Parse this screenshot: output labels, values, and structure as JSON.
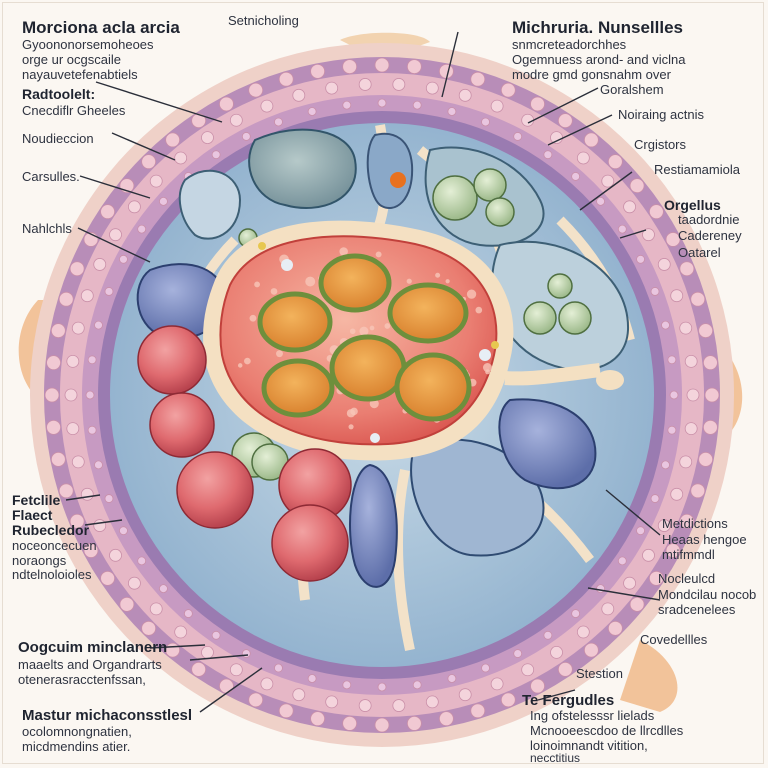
{
  "labels": {
    "top_left_title": "Morciona acla arcia",
    "top_left_sub": [
      "Gyoononorsemoheoes",
      "orge ur ocgscaile",
      "nayauvetefenabtiels"
    ],
    "radtooleli_title": "Radtoolelt:",
    "radtooleli_sub": "Cnecdiflr Gheeles",
    "noudieccion": "Noudieccion",
    "carsulles": "Carsulles.",
    "nahlchls": "Nahlchls",
    "top_center": "Setnicholing",
    "top_right_title": "Michruria. Nunsellles",
    "top_right_sub": [
      "snmcreteadorchhes",
      "Ogemnuess arond- and viclna",
      "modre gmd gonsnahm over"
    ],
    "goralshem": "Goralshem",
    "noiraing_actnis": "Noiraing actnis",
    "crgistors": "Crgistors",
    "restiamamiola": "Restiamamiola",
    "orgellus_title": "Orgellus",
    "orgellus_sub": [
      "taadordnie",
      "Cadereney",
      "Oatarel"
    ],
    "fetclile_title": [
      "Fetclile",
      "Flaect",
      "Rubecledor"
    ],
    "fetclile_sub": [
      "noceoncecuen",
      "noraongs",
      "ndtelnoloioles"
    ],
    "metdictions_title": "Metdictions",
    "metdictions_sub": [
      "Heaas hengoe",
      "mtifmmdl"
    ],
    "nocleulcd_title": "Nocleulcd",
    "nocleulcd_sub": [
      "Mondcilau nocob",
      "sradcenelees"
    ],
    "covedellles": "Covedellles",
    "stestion": "Stestion",
    "oogcuim_title": "Oogcuim minclanern",
    "oogcuim_sub": [
      "maaelts and Organdrarts",
      "otenerasracctenfssan,"
    ],
    "mastur_title": "Mastur michaconsstlesl",
    "mastur_sub": [
      "ocolomnongnatien,",
      "micdmendins atier."
    ],
    "fergudles_title": "Te Fergudles",
    "fergudles_sub": [
      "Ing ofstelesssr lielads",
      "Mcnooeescdoo de llrcdlles",
      "loinoimnandt vitition,",
      "necctitius"
    ]
  },
  "colors": {
    "background": "#fbf7f2",
    "membrane_outer": "#c39ac2",
    "membrane_band": "#e9c5cf",
    "cytoplasm": "#9fbad3",
    "nucleus_envelope": "#f5e3c7",
    "nucleus": "#e8706a",
    "organelle_orange": "#e99b4a",
    "organelle_green": "#8fb06f",
    "red_organelle": "#d65a62",
    "blue_organelle": "#6e7fb8"
  }
}
